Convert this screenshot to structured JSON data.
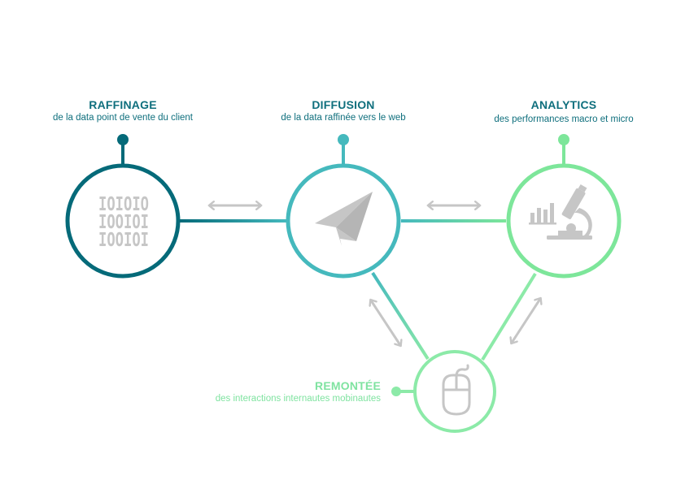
{
  "colors": {
    "dark_teal": "#056a79",
    "teal": "#45b9bd",
    "green": "#7de69a",
    "light_green": "#8ceaa8",
    "label_text": "#0f6f7d",
    "icon_gray": "#c6c6c6"
  },
  "nodes": {
    "raffinage": {
      "title": "RAFFINAGE",
      "subtitle": "de la data point de vente du client",
      "binary_lines": [
        "IOIOIO",
        "IOOIOI",
        "IOOIOI"
      ],
      "icon": "binary-code-icon"
    },
    "diffusion": {
      "title": "DIFFUSION",
      "subtitle": "de la data raffinée vers le web",
      "icon": "paper-plane-icon"
    },
    "analytics": {
      "title": "ANALYTICS",
      "subtitle": "des performances macro et micro",
      "icon": "microscope-chart-icon"
    },
    "remontee": {
      "title": "REMONTÉE",
      "subtitle": "des interactions internautes mobinautes",
      "icon": "mouse-icon"
    }
  }
}
